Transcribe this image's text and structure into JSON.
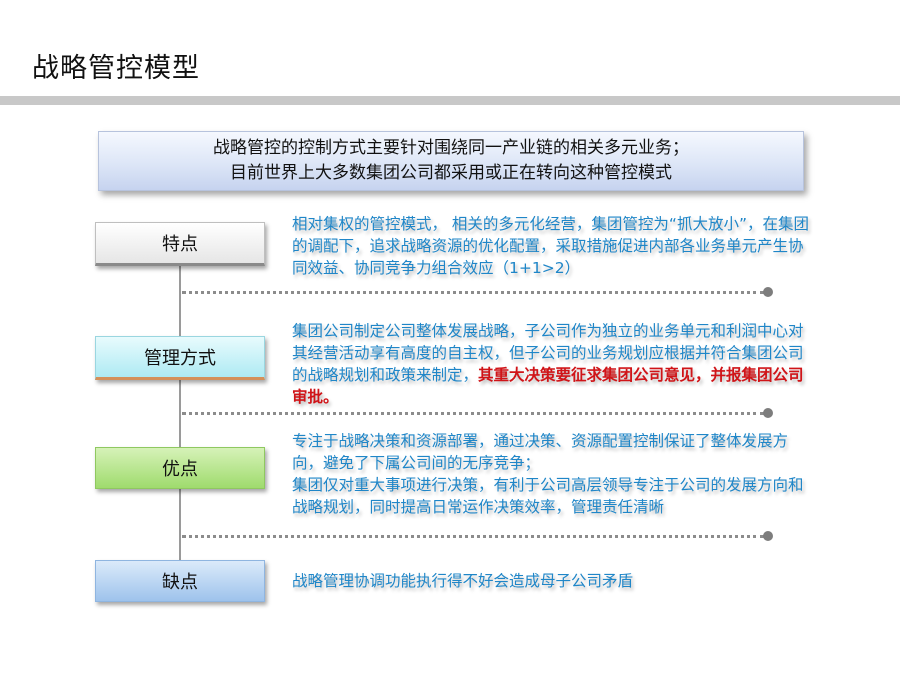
{
  "title": "战略管控模型",
  "summary": {
    "line1": "战略管控的控制方式主要针对围绕同一产业链的相关多元业务；",
    "line2": "目前世界上大多数集团公司都采用或正在转向这种管控模式"
  },
  "rows": [
    {
      "label": "特点",
      "desc": [
        "相对集权的管控模式， 相关的多元化经营，集团管控为“抓大放小”，在集团的调配下，追求战略资源的优化配置，采取措施促进内部各业务单元产生协同效益、协同竞争力组合效应（1+1>2）"
      ]
    },
    {
      "label": "管理方式",
      "desc_normal": "集团公司制定公司整体发展战略，子公司作为独立的业务单元和利润中心对其经营活动享有高度的自主权，但子公司的业务规划应根据并符合集团公司的战略规划和政策来制定，",
      "desc_highlight": "其重大决策要征求集团公司意见，并报集团公司审批。"
    },
    {
      "label": "优点",
      "desc": [
        "专注于战略决策和资源部署，通过决策、资源配置控制保证了整体发展方向，避免了下属公司间的无序竞争；",
        "集团仅对重大事项进行决策，有利于公司高层领导专注于公司的发展方向和战略规划，同时提高日常运作决策效率，管理责任清晰"
      ]
    },
    {
      "label": "缺点",
      "desc": [
        "战略管理协调功能执行得不好会造成母子公司矛盾"
      ]
    }
  ],
  "colors": {
    "desc_text": "#1f86c8",
    "highlight": "#d01418",
    "title_bar": "#c8c8c8"
  }
}
